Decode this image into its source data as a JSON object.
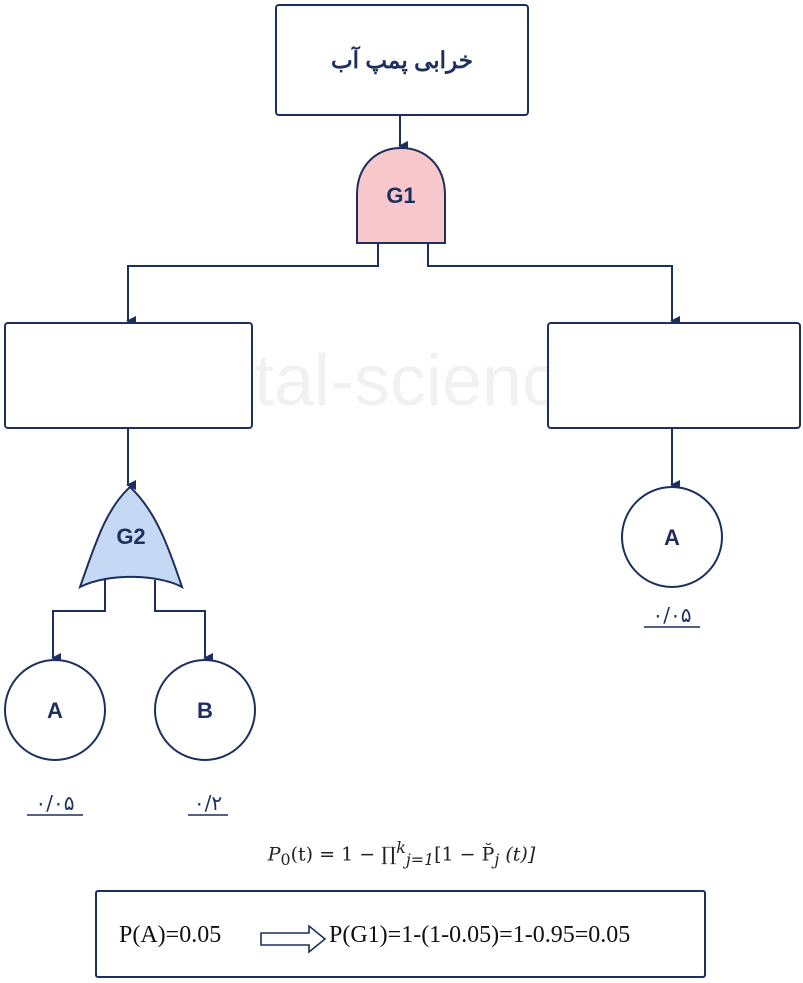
{
  "top_event": {
    "label": "خرابی پمپ آب"
  },
  "gates": {
    "g1": {
      "label": "G1",
      "type": "AND",
      "fill": "#f9c8cc"
    },
    "g2": {
      "label": "G2",
      "type": "OR",
      "fill": "#c6d9f4"
    }
  },
  "intermediate_events": [
    {
      "label": ""
    },
    {
      "label": ""
    }
  ],
  "basic_events": [
    {
      "label": "A",
      "probability": "٠/٠۵"
    },
    {
      "label": "B",
      "probability": "٠/٢"
    },
    {
      "label": "A",
      "probability": "٠/٠۵"
    }
  ],
  "watermark": "digital-science.ir",
  "formula": {
    "lhs": "P",
    "lhs_sub": "0",
    "lhs_arg": "(t) = 1 − ∏",
    "prod_sup": "k",
    "prod_sub": "j=1",
    "rhs": "[1 − P̆",
    "rhs_sub": "j",
    "rhs_end": " (t)]"
  },
  "calculation": {
    "given": "P(A)=0.05",
    "result": "P(G1)=1-(1-0.05)=1-0.95=0.05"
  },
  "colors": {
    "stroke": "#1c2f5e"
  }
}
